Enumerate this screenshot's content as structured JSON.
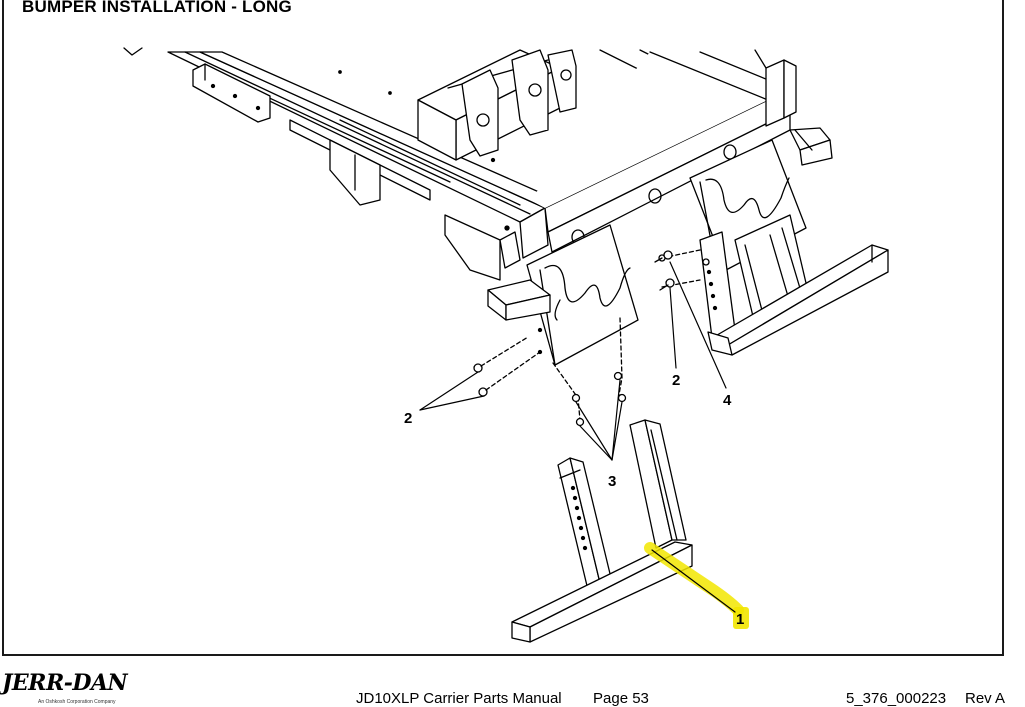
{
  "title": "BUMPER INSTALLATION - LONG",
  "callouts": {
    "c1": "1",
    "c2_left": "2",
    "c2_right": "2",
    "c3": "3",
    "c4": "4"
  },
  "highlight_color": "#f2e600",
  "footer": {
    "brand": "JERR-DAN",
    "brand_sub": "An Oshkosh Corporation Company",
    "manual": "JD10XLP Carrier Parts Manual",
    "page": "Page 53",
    "doc_number": "5_376_000223",
    "rev": "Rev A"
  }
}
